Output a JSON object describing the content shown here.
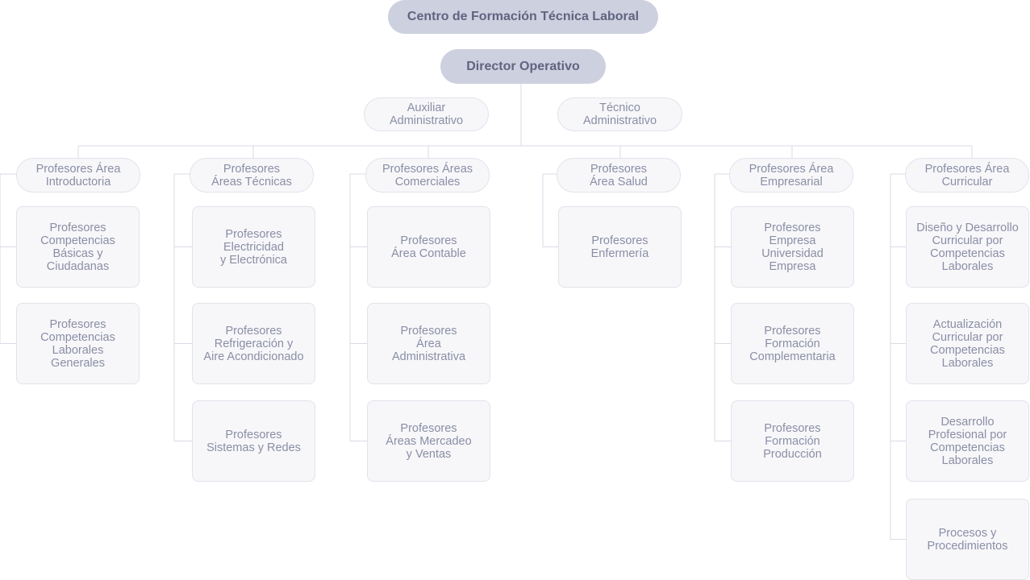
{
  "root": {
    "label": "Centro de Formación Técnica Laboral"
  },
  "director": {
    "label": "Director Operativo"
  },
  "staff": [
    {
      "label": "Auxiliar\nAdministrativo"
    },
    {
      "label": "Técnico\nAdministrativo"
    }
  ],
  "areas": [
    {
      "label": "Profesores Área\nIntroductoria",
      "children": [
        {
          "label": "Profesores\nCompetencias\nBásicas y\nCiudadanas"
        },
        {
          "label": "Profesores\nCompetencias\nLaborales\nGenerales"
        }
      ]
    },
    {
      "label": "Profesores\nÁreas Técnicas",
      "children": [
        {
          "label": "Profesores\nElectricidad\ny Electrónica"
        },
        {
          "label": "Profesores\nRefrigeración y\nAire Acondicionado"
        },
        {
          "label": "Profesores\nSistemas y Redes"
        }
      ]
    },
    {
      "label": "Profesores Áreas\nComerciales",
      "children": [
        {
          "label": "Profesores\nÁrea Contable"
        },
        {
          "label": "Profesores\nÁrea\nAdministrativa"
        },
        {
          "label": "Profesores\nÁreas Mercadeo\ny Ventas"
        }
      ]
    },
    {
      "label": "Profesores\nÁrea Salud",
      "children": [
        {
          "label": "Profesores\nEnfermería"
        }
      ]
    },
    {
      "label": "Profesores Área\nEmpresarial",
      "children": [
        {
          "label": "Profesores\nEmpresa\nUniversidad\nEmpresa"
        },
        {
          "label": "Profesores\nFormación\nComplementaria"
        },
        {
          "label": "Profesores\nFormación\nProducción"
        }
      ]
    },
    {
      "label": "Profesores Área\nCurricular",
      "children": [
        {
          "label": "Diseño y Desarrollo\nCurricular por\nCompetencias\nLaborales"
        },
        {
          "label": "Actualización\nCurricular por\nCompetencias\nLaborales"
        },
        {
          "label": "Desarrollo\nProfesional por\nCompetencias\nLaborales"
        },
        {
          "label": "Procesos y\nProcedimientos"
        }
      ]
    }
  ]
}
